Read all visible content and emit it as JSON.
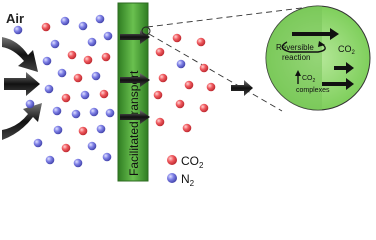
{
  "labels": {
    "air": "Air",
    "membrane": "Facilitated transport",
    "reaction_line1": "Reversible",
    "reaction_line2": "reaction",
    "co2_product": "CO",
    "co2_product_sub": "2",
    "complexes_line1": "CO",
    "complexes_line1_sub": "2",
    "complexes_line2": "complexes"
  },
  "legend": {
    "co2": {
      "label": "CO",
      "sub": "2",
      "color": "#e8464e"
    },
    "n2": {
      "label": "N",
      "sub": "2",
      "color": "#6b6fd8"
    }
  },
  "colors": {
    "membrane_green": "#4fa83a",
    "zoom_circle_green": "#8fd36e",
    "arrow_dark": "#222222"
  }
}
